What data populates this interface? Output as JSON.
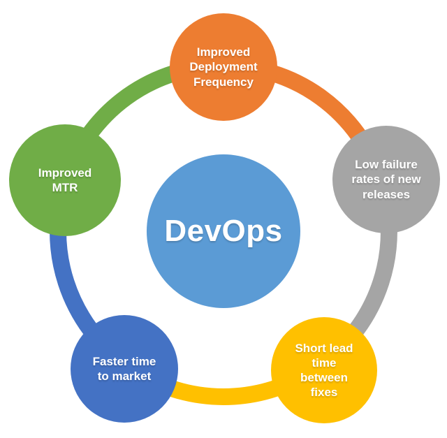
{
  "diagram": {
    "type": "cycle-diagram",
    "center": {
      "id": "devops",
      "label": "DevOps",
      "color": "#5b9bd5",
      "text_color": "#ffffff"
    },
    "nodes": [
      {
        "id": "improved-deployment-frequency",
        "label": "Improved\nDeployment\nFrequency",
        "color": "#ed7d31",
        "position": "top"
      },
      {
        "id": "low-failure-rates",
        "label": "Low failure\nrates of new\nreleases",
        "color": "#a5a5a5",
        "position": "right"
      },
      {
        "id": "short-lead-time",
        "label": "Short lead\ntime\nbetween\nfixes",
        "color": "#ffc000",
        "position": "bottom-right"
      },
      {
        "id": "faster-time-to-market",
        "label": "Faster time\nto market",
        "color": "#4472c4",
        "position": "bottom-left"
      },
      {
        "id": "improved-mtr",
        "label": "Improved\nMTR",
        "color": "#70ad47",
        "position": "left"
      }
    ],
    "connectors": [
      {
        "from": "improved-deployment-frequency",
        "to": "low-failure-rates",
        "color": "#ed7d31"
      },
      {
        "from": "low-failure-rates",
        "to": "short-lead-time",
        "color": "#a5a5a5"
      },
      {
        "from": "short-lead-time",
        "to": "faster-time-to-market",
        "color": "#ffc000"
      },
      {
        "from": "faster-time-to-market",
        "to": "improved-mtr",
        "color": "#4472c4"
      },
      {
        "from": "improved-mtr",
        "to": "improved-deployment-frequency",
        "color": "#70ad47"
      }
    ],
    "background": "#ffffff"
  }
}
